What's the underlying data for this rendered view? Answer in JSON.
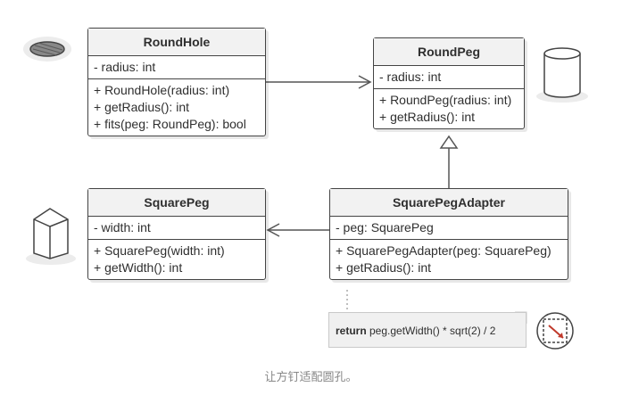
{
  "round_hole": {
    "name": "RoundHole",
    "fields": [
      "- radius: int"
    ],
    "methods": [
      "+ RoundHole(radius: int)",
      "+ getRadius(): int",
      "+ fits(peg: RoundPeg): bool"
    ]
  },
  "round_peg": {
    "name": "RoundPeg",
    "fields": [
      "- radius: int"
    ],
    "methods": [
      "+ RoundPeg(radius: int)",
      "+ getRadius(): int"
    ]
  },
  "square_peg": {
    "name": "SquarePeg",
    "fields": [
      "- width: int"
    ],
    "methods": [
      "+ SquarePeg(width: int)",
      "+ getWidth(): int"
    ]
  },
  "square_peg_adapter": {
    "name": "SquarePegAdapter",
    "fields": [
      "- peg: SquarePeg"
    ],
    "methods": [
      "+ SquarePegAdapter(peg: SquarePeg)",
      "+ getRadius(): int"
    ]
  },
  "note": {
    "keyword": "return",
    "code": " peg.getWidth() * sqrt(2) / 2"
  },
  "caption": "让方钉适配圆孔。",
  "colors": {
    "border": "#444444",
    "header_bg": "#f2f2f2",
    "arrow": "#555555",
    "note_bg": "#f0f0f0",
    "accent": "#c0392b"
  },
  "icons": [
    "round-hole-icon",
    "round-peg-cylinder-icon",
    "square-peg-cube-icon",
    "square-in-circle-icon"
  ]
}
